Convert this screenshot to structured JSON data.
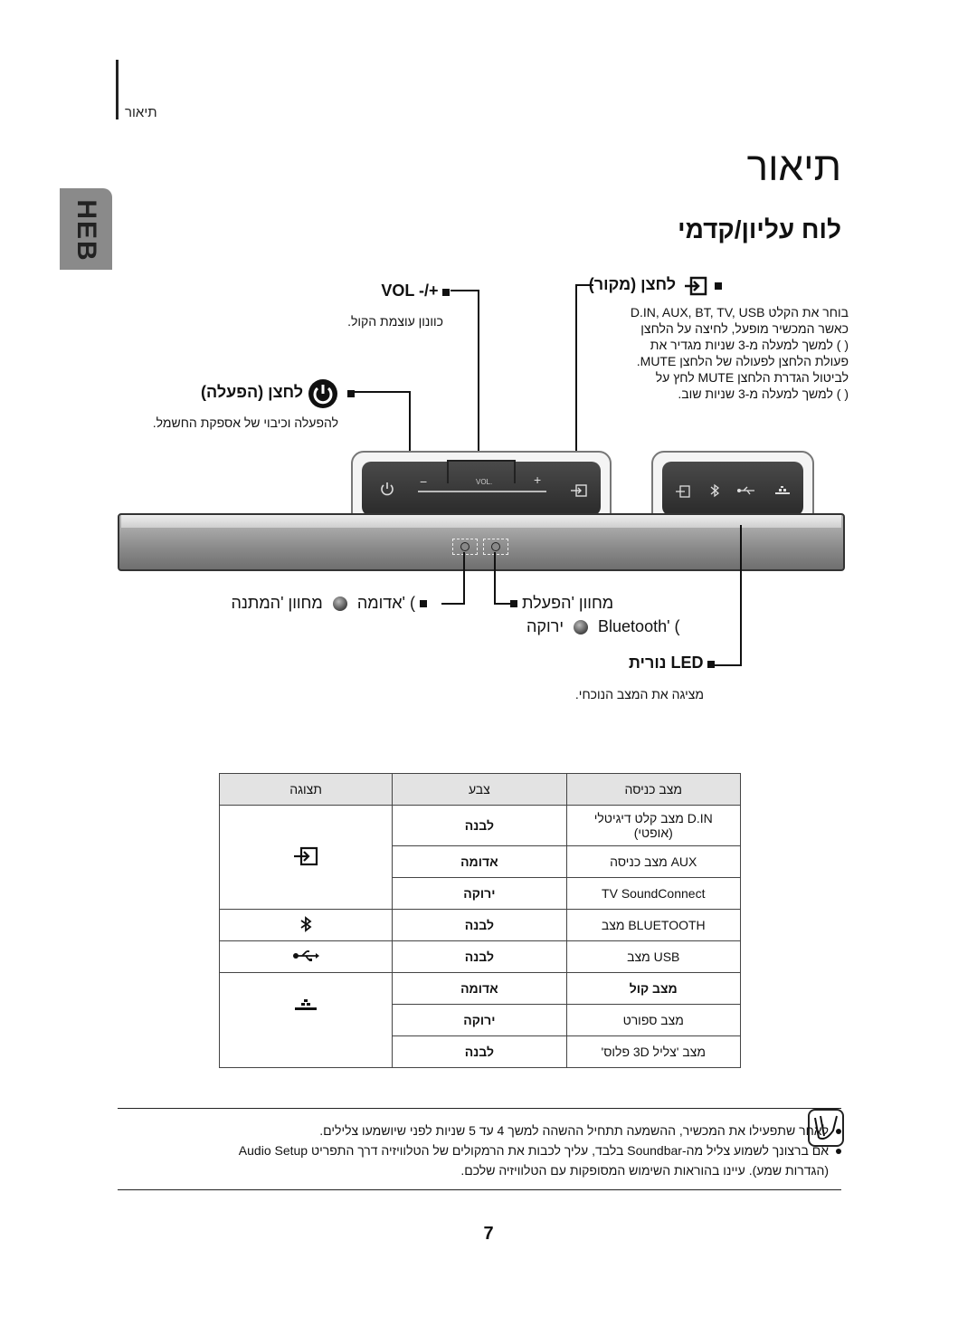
{
  "header": {
    "breadcrumb": "תיאור",
    "title": "תיאור",
    "lang_tab": "HEB",
    "section_title": "לוח עליון/קדמי"
  },
  "callouts": {
    "vol": {
      "title": "VOL -/+",
      "text": "כוונון עוצמת הקול."
    },
    "power": {
      "title": "לחצן (הפעלה)",
      "text": "להפעלה וכיבוי של אספקת החשמל."
    },
    "source": {
      "title": "לחצן (מקור)",
      "lines": [
        "בוחר את הקלט D.IN, AUX, BT, TV, USB",
        "כאשר המכשיר מופעל, לחיצה על הלחצן",
        "( ) למשך למעלה מ-3 שניות מגדיר את",
        "פעולת הלחצן לפעולה של הלחצן MUTE.",
        "לביטול הגדרת הלחצן MUTE לחץ על",
        "( ) למשך למעלה מ-3 שניות שוב."
      ]
    },
    "standby": {
      "label": "מחוון 'המתנה' (",
      "color": "אדומה",
      "suffix": ")"
    },
    "power_ind": {
      "label": "מחוון 'הפעלת",
      "bluetooth": "Bluetooth' (",
      "color": "ירוקה",
      "suffix": ")"
    },
    "led": {
      "title": "נורית LED",
      "text": "מציגה את המצב הנוכחי."
    }
  },
  "panel": {
    "vol_label": "VOL.",
    "minus": "−",
    "plus": "+",
    "power_icon": "power-icon",
    "source_icon": "source-icon",
    "indicator_icons": [
      "source-icon",
      "bluetooth-icon",
      "usb-icon",
      "sound-level-icon"
    ]
  },
  "table": {
    "headers": [
      "מצב כניסה",
      "צבע",
      "תצוגה"
    ],
    "rows": [
      {
        "mode": "D.IN מצב קלט דיגיטלי (אופטי)",
        "color": "לבנה"
      },
      {
        "mode": "AUX מצב כניסה",
        "color": "אדומה"
      },
      {
        "mode": "TV SoundConnect",
        "color": "ירוקה"
      },
      {
        "mode": "BLUETOOTH מצב",
        "color": "לבנה"
      },
      {
        "mode": "USB מצב",
        "color": "לבנה"
      },
      {
        "mode": "מצב קול",
        "color": "אדומה"
      },
      {
        "mode": "מצב ספורט",
        "color": "ירוקה"
      },
      {
        "mode": "מצב 'צליל 3D פלוס'",
        "color": "לבנה"
      }
    ],
    "display_icons": [
      "source-icon",
      "bluetooth-icon",
      "usb-icon",
      "sound-level-icon"
    ]
  },
  "notes": {
    "items": [
      "לאחר שתפעילו את המכשיר, ההשמעה תתחיל ההשהה למשך 4 עד 5 שניות לפני שיושמעו צלילים.",
      "אם ברצונך לשמוע צליל מה-Soundbar בלבד, עליך לכבות את הרמקולים של הטלוויזיה דרך התפריט Audio Setup",
      "(הגדרות שמע). עיינו בהוראות השימוש המסופקות עם הטלוויזיה שלכם."
    ]
  },
  "page_number": "7"
}
